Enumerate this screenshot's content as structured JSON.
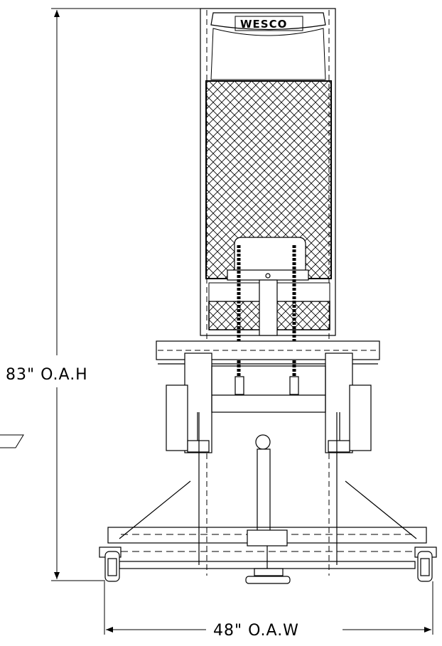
{
  "drawing": {
    "brand_logo": "WESCO",
    "height_dimension": "83\" O.A.H",
    "width_dimension": "48\" O.A.W"
  },
  "colors": {
    "line": "#000000",
    "background": "#ffffff"
  }
}
